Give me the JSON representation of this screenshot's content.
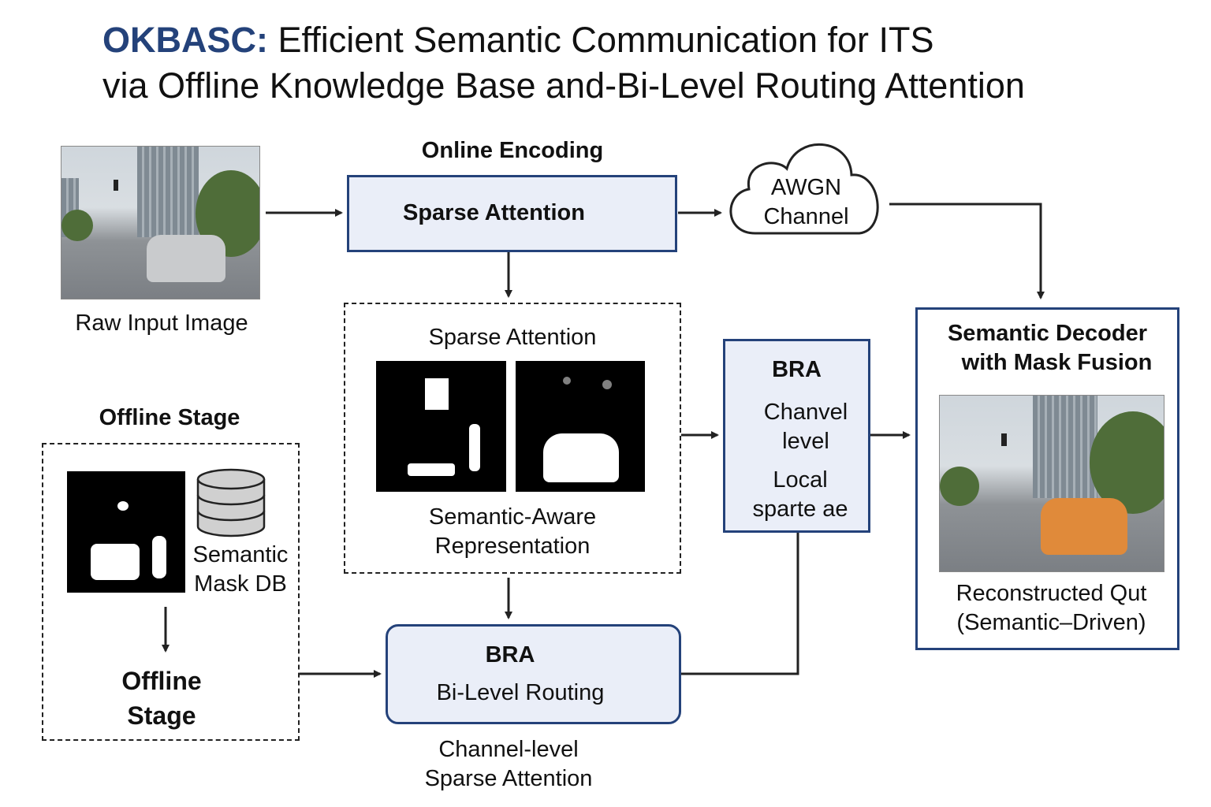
{
  "title": {
    "brand": "OKBASC:",
    "line1_rest": "Efficient Semantic Communication for ITS",
    "line2": "via Offline Knowledge Base and-Bi-Level Routing Attention"
  },
  "raw_input": {
    "caption": "Raw Input Image"
  },
  "online_encoding": {
    "heading": "Online Encoding",
    "box_label": "Sparse Attention"
  },
  "awgn": {
    "line1": "AWGN",
    "line2": "Channel"
  },
  "sparse_panel": {
    "heading": "Sparse Attention",
    "caption_line1": "Semantic-Aware",
    "caption_line2": "Representation"
  },
  "bra_right": {
    "title": "BRA",
    "item1_line1": "Chanvel",
    "item1_line2": "level",
    "item2_line1": "Local",
    "item2_line2": "sparte ae"
  },
  "decoder": {
    "title_line1": "Semantic Decoder",
    "title_line2": "with Mask Fusion",
    "caption_line1": "Reconstructed Qut",
    "caption_line2": "(Semantic–Driven)"
  },
  "offline": {
    "heading": "Offline Stage",
    "db_line1": "Semantic",
    "db_line2": "Mask DB",
    "stage_line1": "Offline",
    "stage_line2": "Stage"
  },
  "bra_bottom": {
    "title": "BRA",
    "subtitle": "Bi-Level Routing",
    "caption_line1": "Channel-level",
    "caption_line2": "Sparse Attention"
  },
  "colors": {
    "accent": "#24427a",
    "box_fill": "#eaeef8",
    "reconstructed_car": "#e08a3a"
  }
}
